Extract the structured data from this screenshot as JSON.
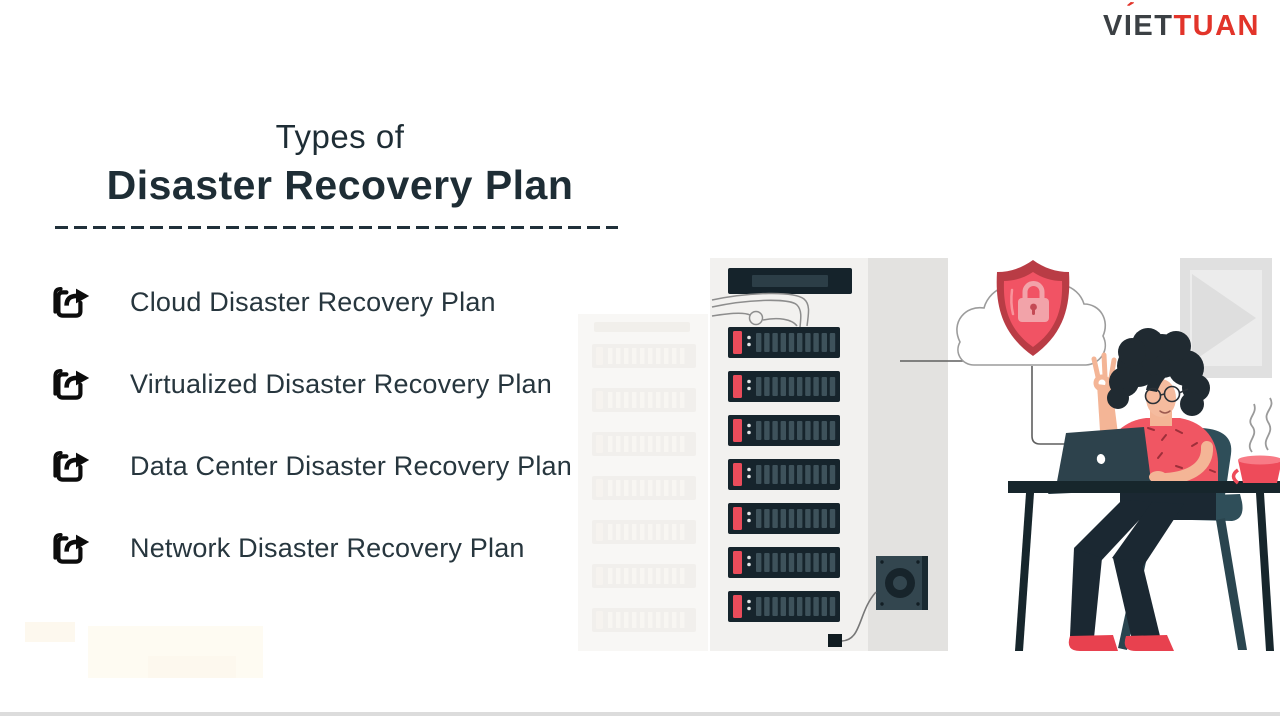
{
  "brand": {
    "part_v": "V",
    "part_i": "I",
    "accent_mark": "´",
    "part_et": "ET",
    "part_tuan": "TUAN",
    "colors": {
      "dark": "#3b4044",
      "red": "#e2342a"
    }
  },
  "header": {
    "title_line1": "Types of",
    "title_line2": "Disaster Recovery Plan",
    "underline_style": "dashed",
    "text_color": "#1e2d35"
  },
  "list": {
    "bullet_icon": "share-icon",
    "items": [
      {
        "label": "Cloud Disaster Recovery Plan"
      },
      {
        "label": "Virtualized Disaster Recovery Plan"
      },
      {
        "label": "Data Center Disaster Recovery Plan"
      },
      {
        "label": "Network Disaster Recovery Plan"
      }
    ]
  },
  "illustration": {
    "elements": [
      "server-rack",
      "server-units",
      "network-cables",
      "cooling-fan",
      "cloud",
      "shield-lock-icon",
      "woman-at-desk",
      "ok-hand-gesture",
      "laptop",
      "desk",
      "chair",
      "coffee-cup",
      "wall-frame",
      "ghost-server-rack",
      "floor-line"
    ],
    "server_unit_count": 7,
    "colors": {
      "rack_front": "#f2f1ef",
      "rack_side": "#e3e2e0",
      "server_navy": "#16242c",
      "server_slat": "#3e525b",
      "accent_red": "#ea4c5b",
      "shield_border": "#b93c45",
      "shield_fill": "#f15364",
      "lock_pink": "#f2a3a9",
      "skin": "#f4b596",
      "dark_teal": "#1b2f38",
      "line_gray": "#8d8d8d"
    }
  }
}
